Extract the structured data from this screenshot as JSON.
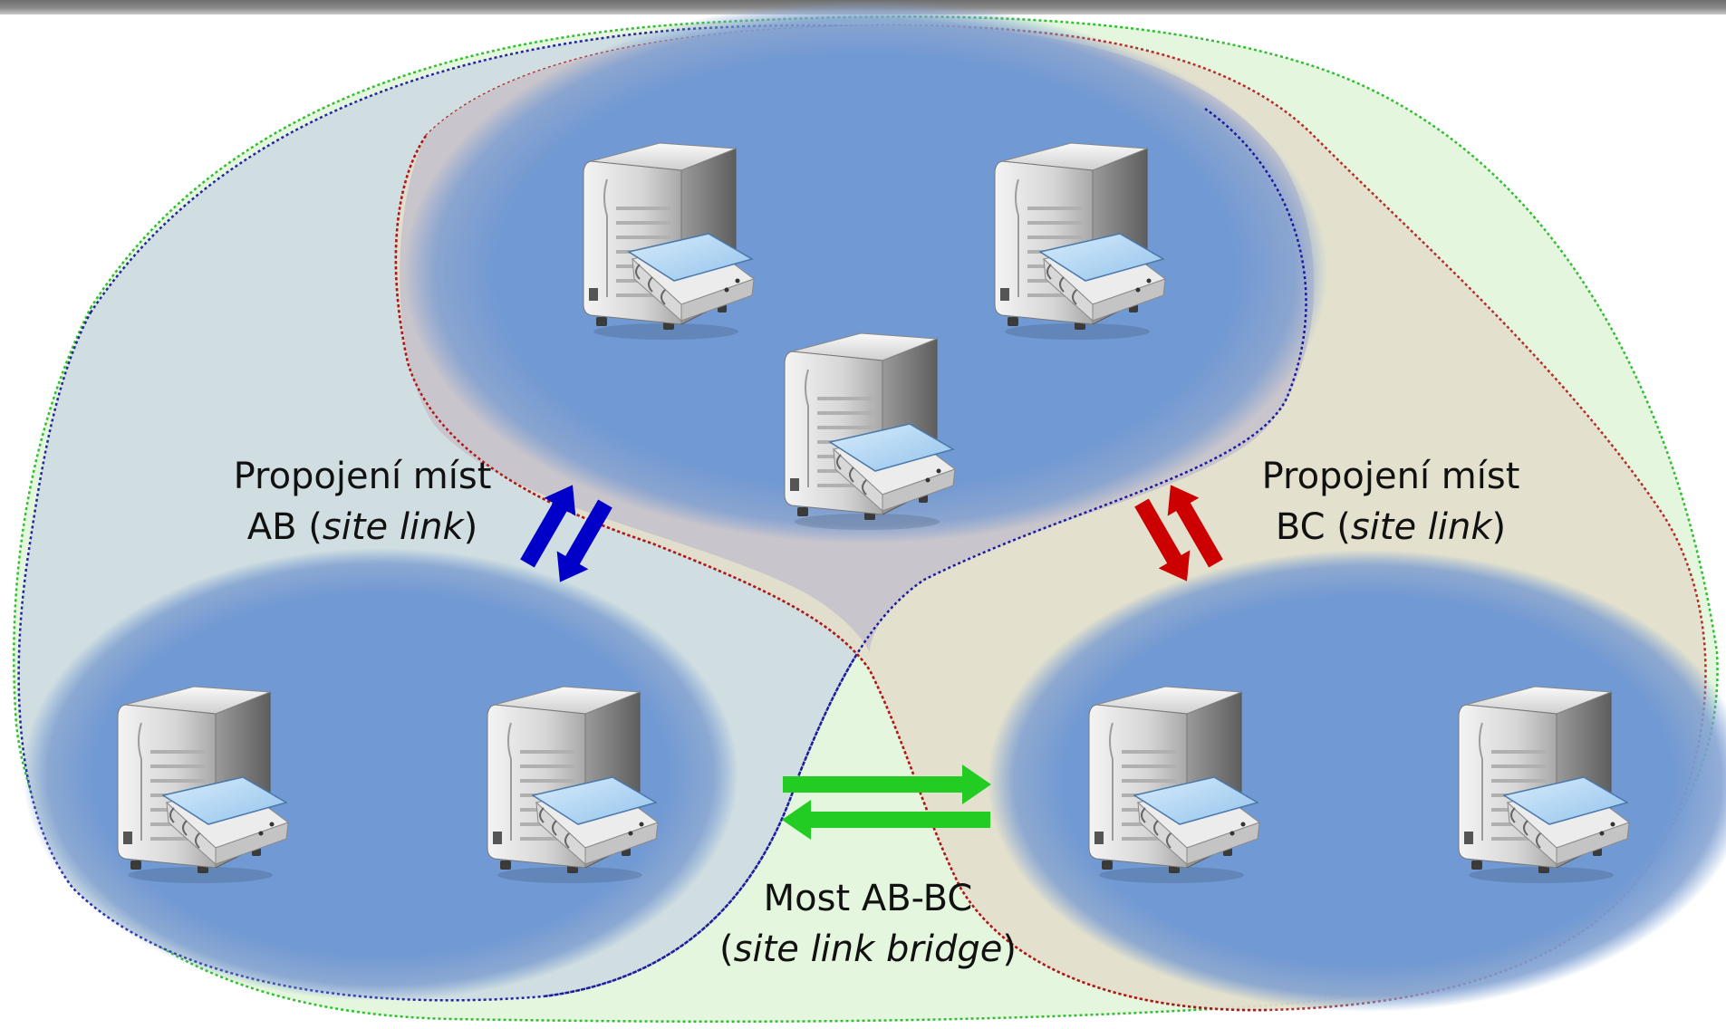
{
  "labels": {
    "link_ab": {
      "line1": "Propojení míst",
      "line2_prefix": "AB (",
      "line2_italic": "site link",
      "line2_suffix": ")"
    },
    "link_bc": {
      "line1": "Propojení míst",
      "line2_prefix": "BC (",
      "line2_italic": "site link",
      "line2_suffix": ")"
    },
    "bridge": {
      "line1": "Most AB-BC",
      "line2_prefix": "(",
      "line2_italic": "site link bridge",
      "line2_suffix": ")"
    }
  },
  "sites": [
    {
      "id": "site-top",
      "servers": 3
    },
    {
      "id": "site-left",
      "servers": 2
    },
    {
      "id": "site-right",
      "servers": 2
    }
  ],
  "colors": {
    "site_fill": "#7199d3",
    "link_ab_region": "#cfdde2",
    "link_bc_region": "#e3dfcd",
    "top_region": "#c9c5cc",
    "bridge_region": "#e5f6de",
    "link_ab_arrows": "#0000c8",
    "link_bc_arrows": "#cc0000",
    "bridge_arrows": "#22cc22",
    "outline_ab": "#1a1aa0",
    "outline_bc": "#b01818",
    "outline_bridge": "#2fbf2f"
  },
  "icons": [
    "server-tower-icon",
    "directory-book-icon"
  ]
}
